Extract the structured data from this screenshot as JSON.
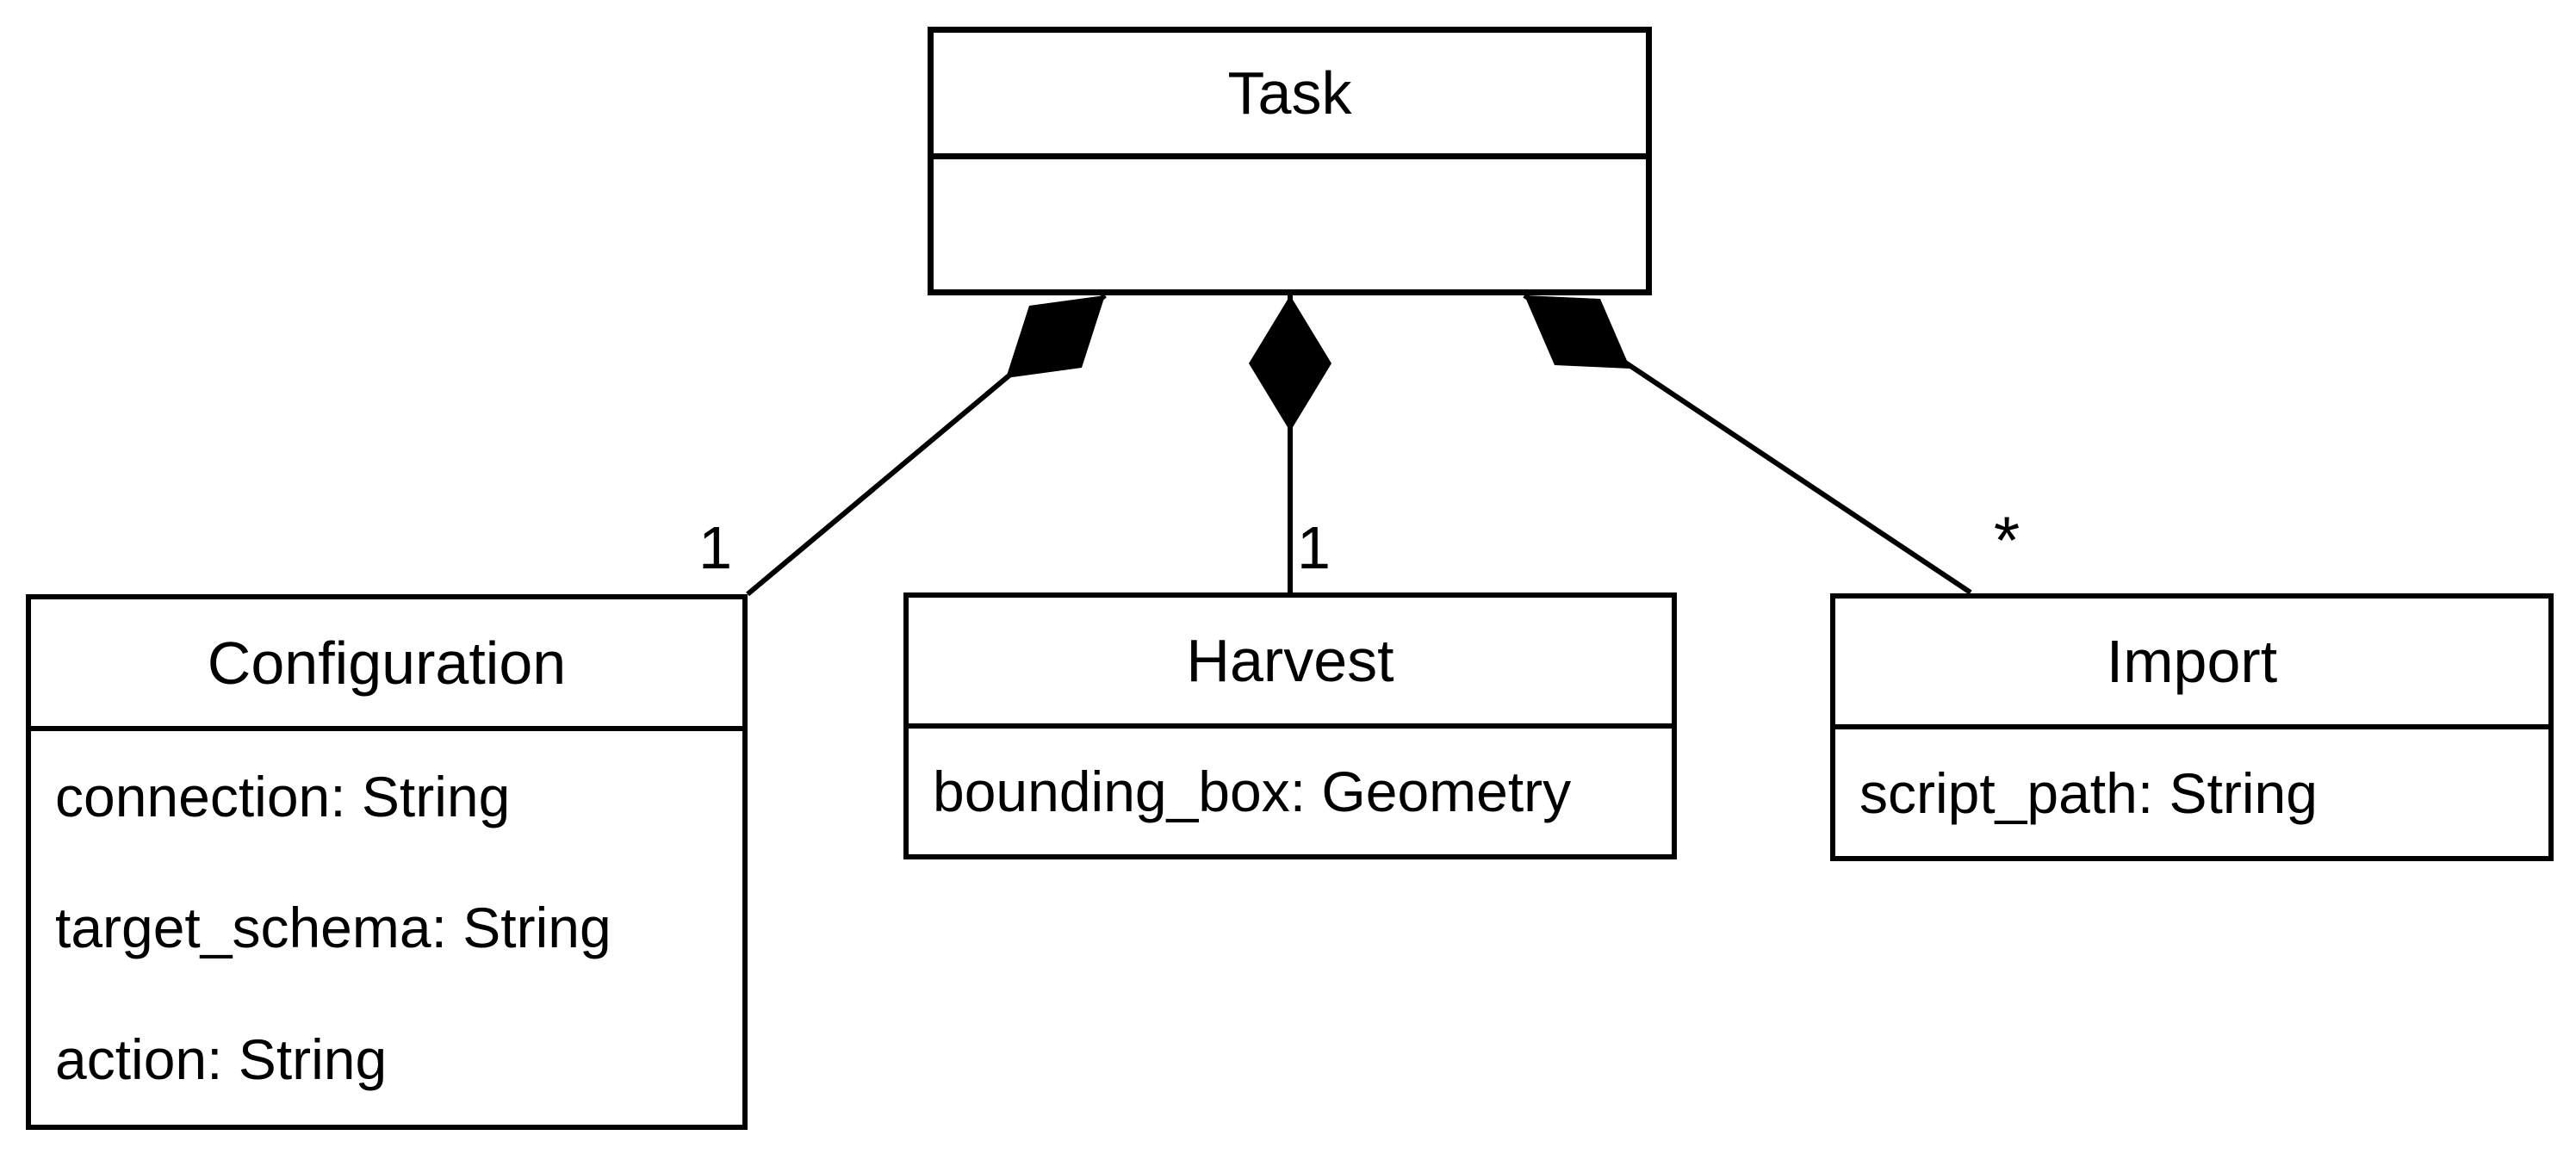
{
  "diagram": {
    "type": "uml-class-diagram",
    "classes": [
      {
        "name": "Task",
        "attributes": []
      },
      {
        "name": "Configuration",
        "attributes": [
          "connection: String",
          "target_schema: String",
          "action: String"
        ]
      },
      {
        "name": "Harvest",
        "attributes": [
          "bounding_box: Geometry"
        ]
      },
      {
        "name": "Import",
        "attributes": [
          "script_path: String"
        ]
      }
    ],
    "relationships": [
      {
        "from": "Task",
        "to": "Configuration",
        "type": "composition",
        "multiplicity": "1"
      },
      {
        "from": "Task",
        "to": "Harvest",
        "type": "composition",
        "multiplicity": "1"
      },
      {
        "from": "Task",
        "to": "Import",
        "type": "composition",
        "multiplicity": "*"
      }
    ],
    "colors": {
      "stroke": "#000000",
      "fill": "#ffffff",
      "background": "#ffffff"
    }
  }
}
